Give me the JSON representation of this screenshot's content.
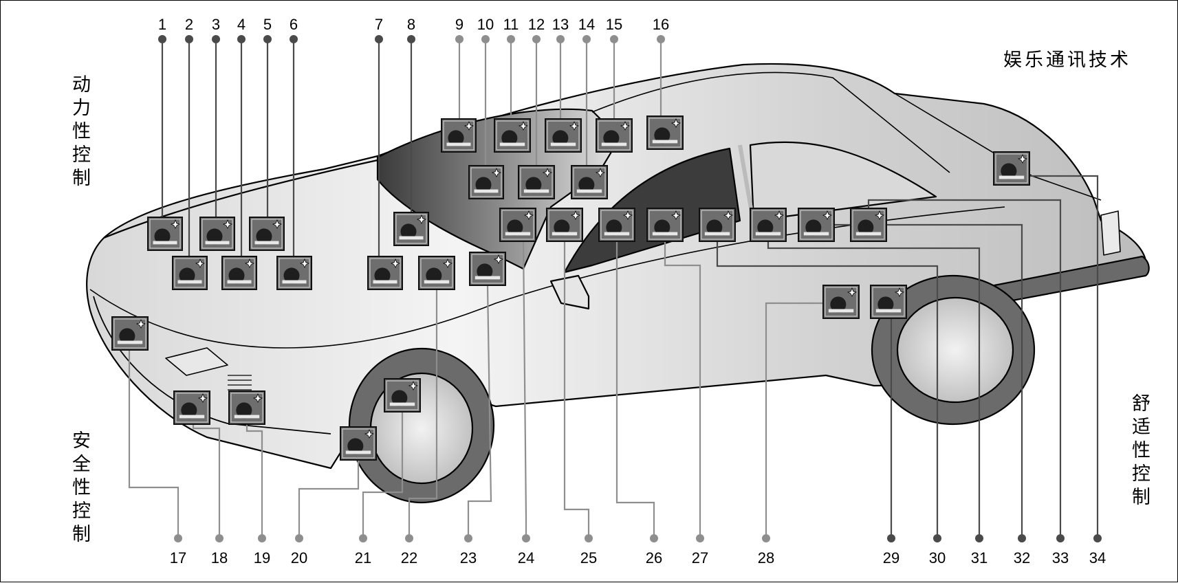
{
  "sections": {
    "power": "动力性控制",
    "safety": "安全性控制",
    "info": "娱乐通讯技术",
    "comfort": "舒适性控制"
  },
  "colors": {
    "line_dark": "#4a4a4a",
    "line_light": "#8e8e8e",
    "module_fill": "#6e6e6e",
    "module_border": "#111111",
    "car_outline": "#000000"
  },
  "callouts": [
    {
      "n": "1",
      "group": "top",
      "tone": "dark",
      "icon": "engine-control-icon"
    },
    {
      "n": "2",
      "group": "top",
      "tone": "dark",
      "icon": "gauge-icon"
    },
    {
      "n": "3",
      "group": "top",
      "tone": "dark",
      "icon": "lambda-car-icon"
    },
    {
      "n": "4",
      "group": "top",
      "tone": "dark",
      "icon": "traffic-car-icon"
    },
    {
      "n": "5",
      "group": "top",
      "tone": "dark",
      "icon": "spark-icon"
    },
    {
      "n": "6",
      "group": "top",
      "tone": "dark",
      "icon": "fan-icon"
    },
    {
      "n": "7",
      "group": "top",
      "tone": "dark",
      "icon": "diagnosis-icon"
    },
    {
      "n": "8",
      "group": "top",
      "tone": "dark",
      "icon": "gateway-icon"
    },
    {
      "n": "9",
      "group": "top",
      "tone": "light",
      "icon": "voice-icon"
    },
    {
      "n": "10",
      "group": "top",
      "tone": "light",
      "icon": "speech-icon"
    },
    {
      "n": "11",
      "group": "top",
      "tone": "light",
      "icon": "radio-icon"
    },
    {
      "n": "12",
      "group": "top",
      "tone": "light",
      "icon": "navigation-icon"
    },
    {
      "n": "13",
      "group": "top",
      "tone": "light",
      "icon": "phone-icon"
    },
    {
      "n": "14",
      "group": "top",
      "tone": "light",
      "icon": "fax-icon"
    },
    {
      "n": "15",
      "group": "top",
      "tone": "light",
      "icon": "traffic-info-icon"
    },
    {
      "n": "16",
      "group": "top",
      "tone": "light",
      "icon": "road-icon"
    },
    {
      "n": "17",
      "group": "bottom",
      "tone": "light",
      "icon": "front-radar-icon"
    },
    {
      "n": "18",
      "group": "bottom",
      "tone": "light",
      "icon": "headlight-icon"
    },
    {
      "n": "19",
      "group": "bottom",
      "tone": "light",
      "icon": "fog-light-icon"
    },
    {
      "n": "20",
      "group": "bottom",
      "tone": "light",
      "icon": "abs-icon"
    },
    {
      "n": "21",
      "group": "bottom",
      "tone": "light",
      "icon": "tire-pressure-icon"
    },
    {
      "n": "22",
      "group": "bottom",
      "tone": "light",
      "icon": "collision-icon"
    },
    {
      "n": "23",
      "group": "bottom",
      "tone": "light",
      "icon": "wiper-icon"
    },
    {
      "n": "24",
      "group": "bottom",
      "tone": "light",
      "icon": "key-icon"
    },
    {
      "n": "25",
      "group": "bottom",
      "tone": "light",
      "icon": "steering-column-icon"
    },
    {
      "n": "26",
      "group": "bottom",
      "tone": "light",
      "icon": "airbag-icon"
    },
    {
      "n": "27",
      "group": "bottom",
      "tone": "light",
      "icon": "seatbelt-icon"
    },
    {
      "n": "28",
      "group": "bottom",
      "tone": "light",
      "icon": "door-module-icon"
    },
    {
      "n": "29",
      "group": "bottom",
      "tone": "dark",
      "icon": "window-lift-icon"
    },
    {
      "n": "30",
      "group": "bottom",
      "tone": "dark",
      "icon": "cruise-icon"
    },
    {
      "n": "31",
      "group": "bottom",
      "tone": "dark",
      "icon": "climate-icon"
    },
    {
      "n": "32",
      "group": "bottom",
      "tone": "dark",
      "icon": "seat-heating-icon"
    },
    {
      "n": "33",
      "group": "bottom",
      "tone": "dark",
      "icon": "rear-car-icon"
    },
    {
      "n": "34",
      "group": "bottom",
      "tone": "dark",
      "icon": "rear-radar-icon"
    }
  ]
}
